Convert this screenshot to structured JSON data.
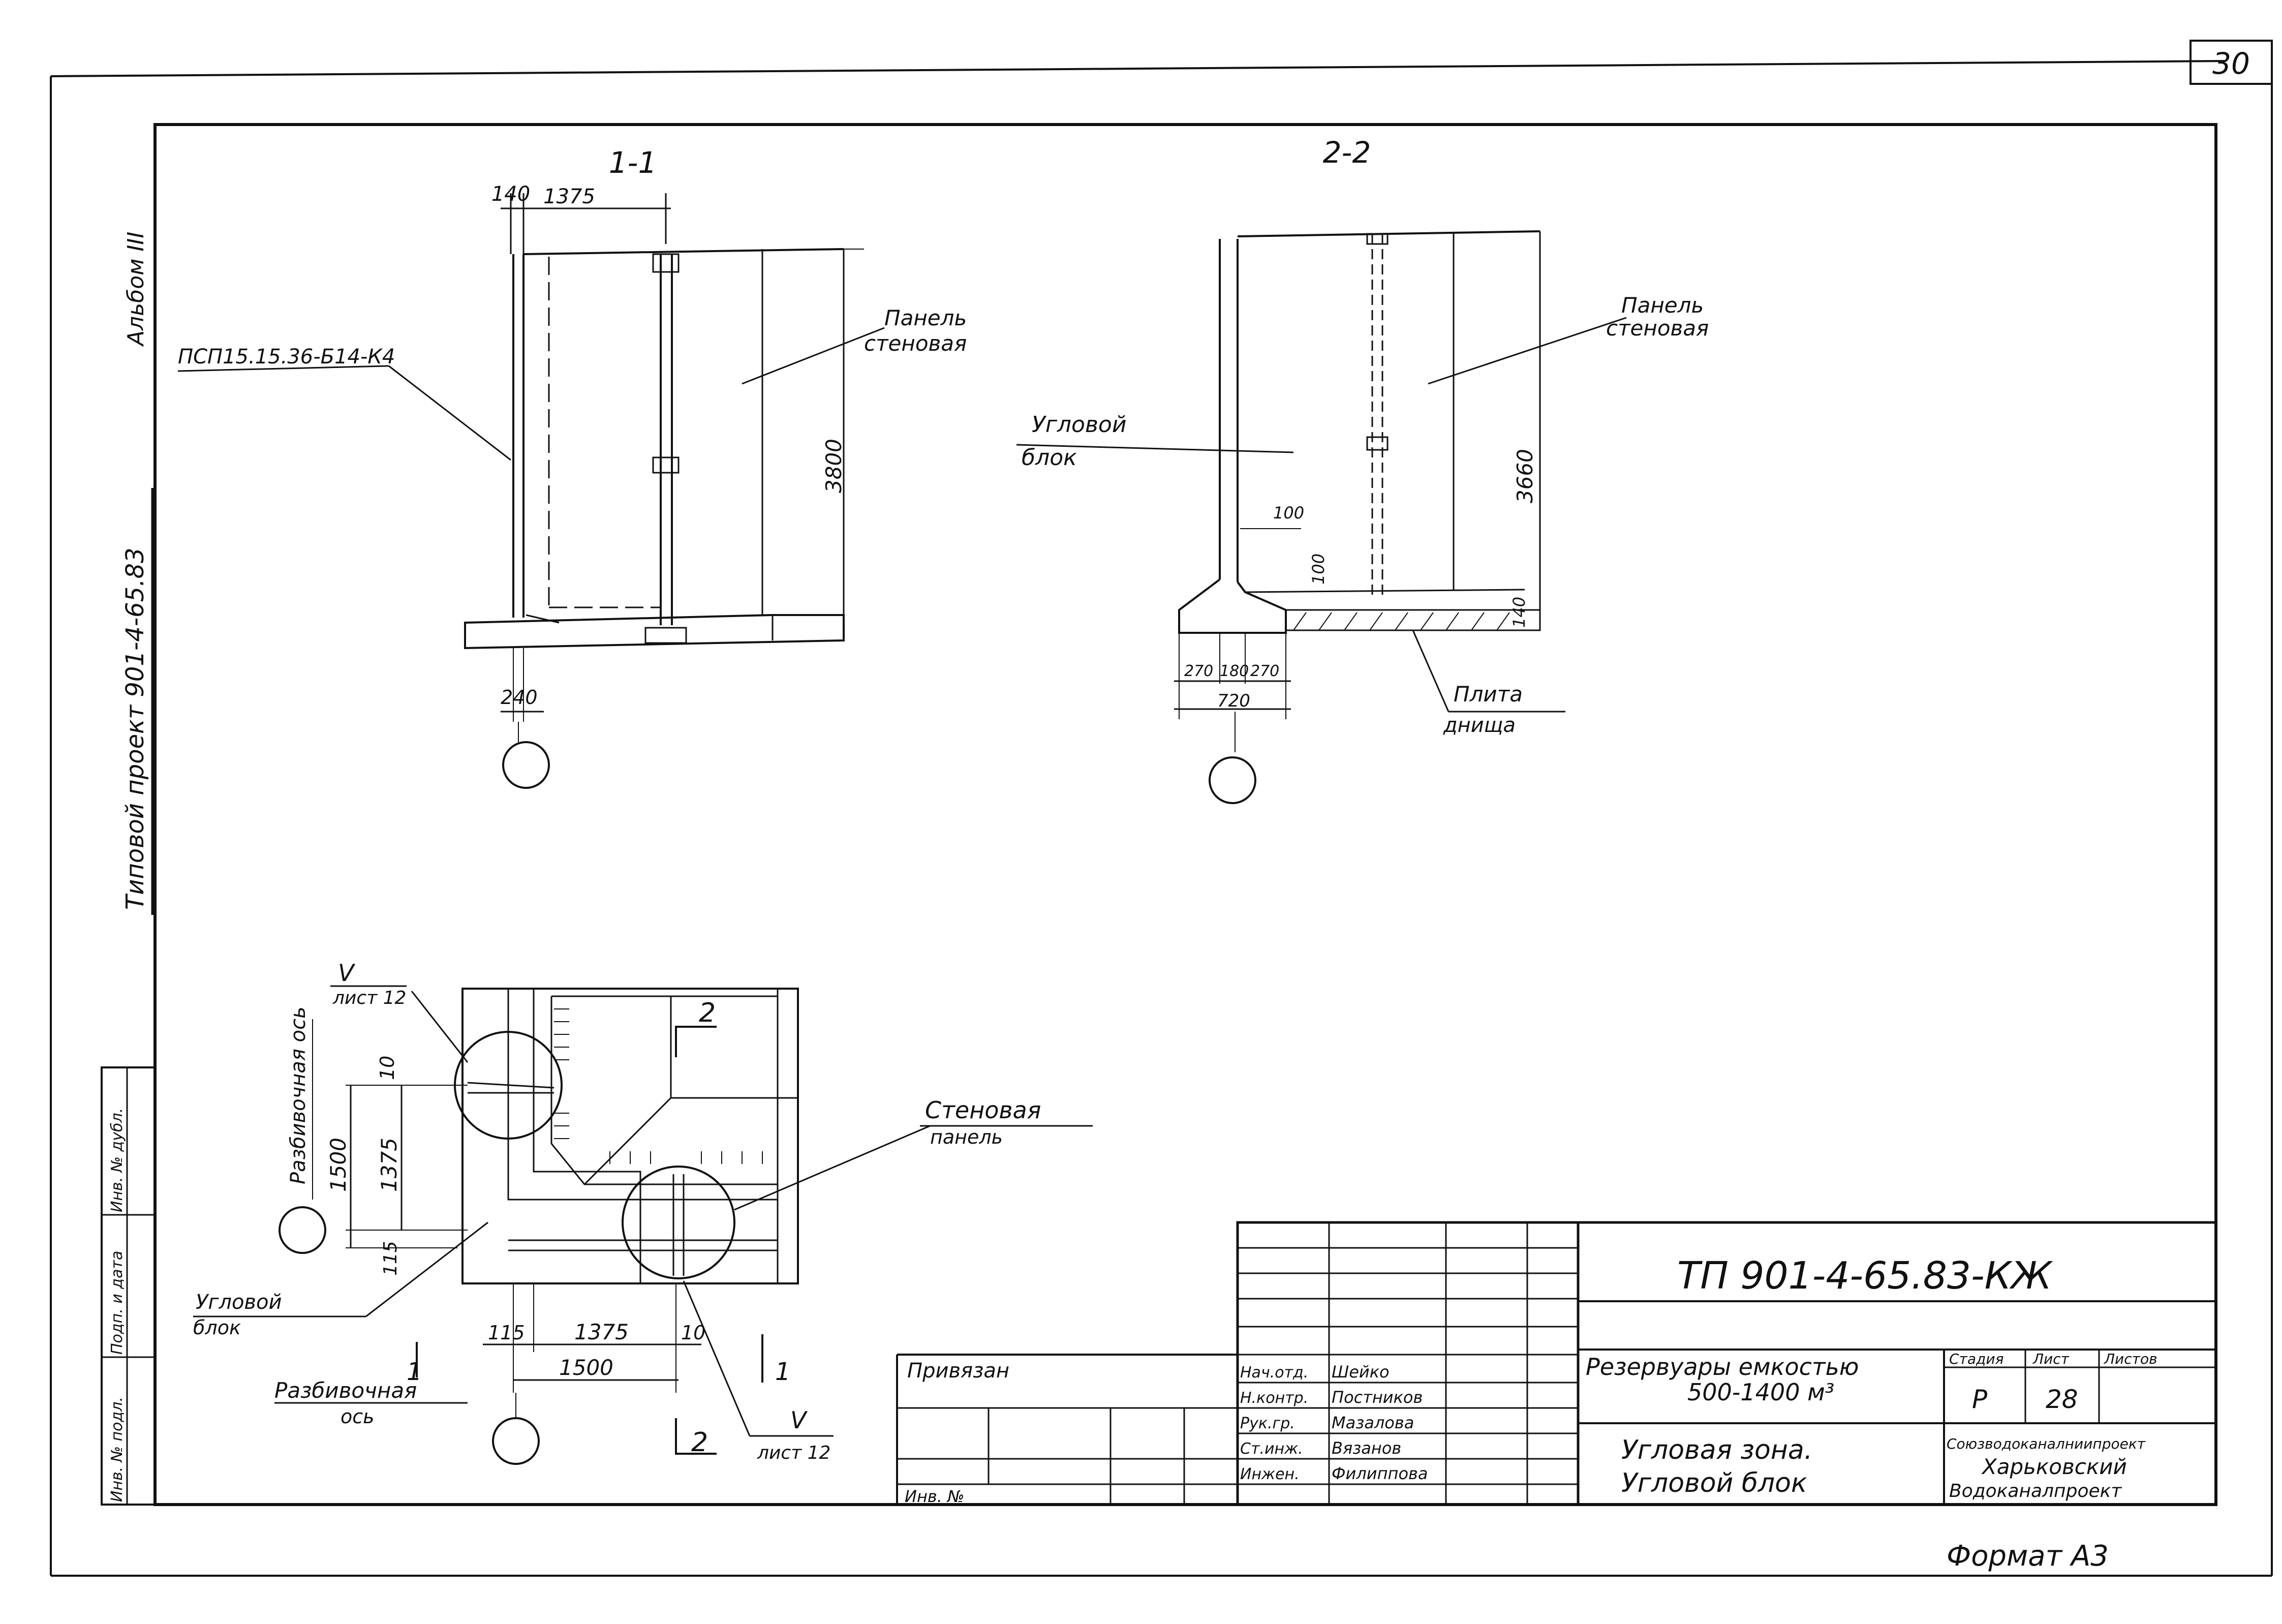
{
  "sheet_number": "30",
  "format_label": "Формат А3",
  "margin": {
    "album": "Альбом III",
    "project": "Типовой проект 901-4-65.83",
    "stamp_cols": [
      "Инв. № подл.",
      "Подп. и дата",
      "Инв. № дубл."
    ]
  },
  "section_1": {
    "title": "1-1",
    "dim_140": "140",
    "dim_1375": "1375",
    "dim_3800": "3800",
    "dim_240": "240",
    "label_psp": "ПСП15.15.36-Б14-К4",
    "label_panel_l1": "Панель",
    "label_panel_l2": "стеновая"
  },
  "section_2": {
    "title": "2-2",
    "dim_3660": "3660",
    "dim_100a": "100",
    "dim_100b": "100",
    "dim_140": "140",
    "dim_270a": "270",
    "dim_180": "180",
    "dim_270b": "270",
    "dim_720": "720",
    "label_panel_l1": "Панель",
    "label_panel_l2": "стеновая",
    "label_corner_l1": "Угловой",
    "label_corner_l2": "блок",
    "label_slab_l1": "Плита",
    "label_slab_l2": "днища"
  },
  "plan": {
    "axis_label_vertical": "Разбивочная ось",
    "callout_top": "V",
    "callout_top_sheet": "лист 12",
    "callout_bottom": "V",
    "callout_bottom_sheet": "лист 12",
    "dim_10_v": "10",
    "dim_1500_v": "1500",
    "dim_1375_v": "1375",
    "dim_115_v": "115",
    "dim_115_h": "115",
    "dim_1375_h": "1375",
    "dim_10_h": "10",
    "dim_1500_h": "1500",
    "cut_1": "1",
    "cut_2": "2",
    "label_wall_l1": "Стеновая",
    "label_wall_l2": "панель",
    "label_corner_l1": "Угловой",
    "label_corner_l2": "блок",
    "label_axis_l1": "Разбивочная",
    "label_axis_l2": "ось"
  },
  "title_block": {
    "doc_code": "ТП 901-4-65.83-КЖ",
    "privyazan": "Привязан",
    "inv_no": "Инв. №",
    "roles": [
      {
        "role": "Нач.отд.",
        "name": "Шейко"
      },
      {
        "role": "Н.контр.",
        "name": "Постников"
      },
      {
        "role": "Рук.гр.",
        "name": "Мазалова"
      },
      {
        "role": "Ст.инж.",
        "name": "Вязанов"
      },
      {
        "role": "Инжен.",
        "name": "Филиппова"
      }
    ],
    "object_l1": "Резервуары емкостью",
    "object_l2": "500-1400 м³",
    "sheet_title_l1": "Угловая зона.",
    "sheet_title_l2": "Угловой блок",
    "hdr_stage": "Стадия",
    "hdr_sheet": "Лист",
    "hdr_sheets": "Листов",
    "stage": "Р",
    "sheet": "28",
    "sheets": "",
    "org_l1": "Союзводоканалниипроект",
    "org_l2": "Харьковский",
    "org_l3": "Водоканалпроект"
  }
}
